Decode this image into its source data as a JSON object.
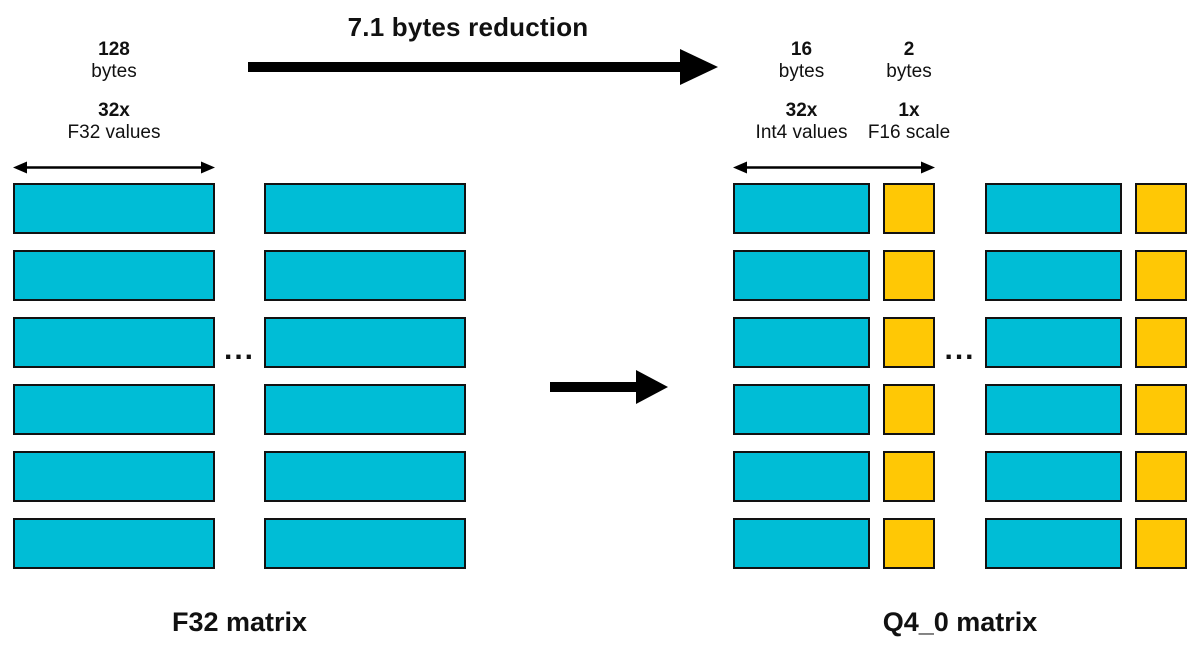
{
  "title": "7.1 bytes reduction",
  "left_matrix": {
    "bytes_label": {
      "value": "128",
      "unit": "bytes"
    },
    "count_label": {
      "value": "32x",
      "unit": "F32 values"
    },
    "ellipsis": "...",
    "caption": "F32 matrix",
    "num_rows": 6,
    "num_column_groups": 2,
    "block_color": "#00BDD6"
  },
  "right_matrix": {
    "value_bytes_label": {
      "value": "16",
      "unit": "bytes"
    },
    "scale_bytes_label": {
      "value": "2",
      "unit": "bytes"
    },
    "value_count_label": {
      "value": "32x",
      "unit": "Int4 values"
    },
    "scale_count_label": {
      "value": "1x",
      "unit": "F16 scale"
    },
    "ellipsis": "...",
    "caption": "Q4_0 matrix",
    "num_rows": 6,
    "num_column_groups": 2,
    "value_block_color": "#00BDD6",
    "scale_block_color": "#FFC805"
  },
  "colors": {
    "arrow": "#000000",
    "block_border": "#121212",
    "background": "#ffffff"
  }
}
